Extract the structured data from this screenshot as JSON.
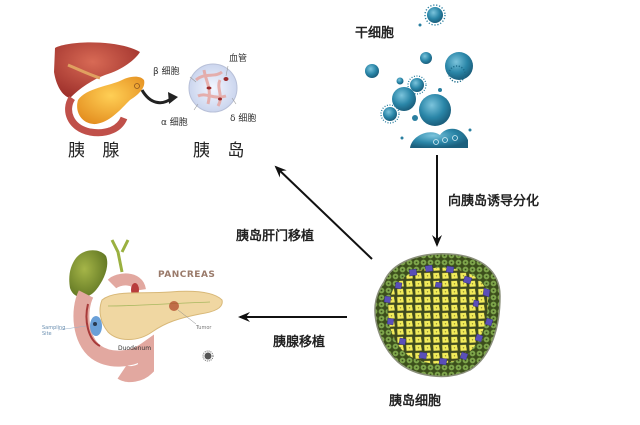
{
  "panel_top_left": {
    "organ_label": "胰 腺",
    "islet_label": "胰 岛",
    "callouts": {
      "beta_cell": "β 细胞",
      "blood_vessel": "血管",
      "alpha_cell": "α 细胞",
      "delta_cell": "δ 细胞"
    }
  },
  "stem_cells": {
    "label": "干细胞"
  },
  "arrows": {
    "differentiation": "向胰岛诱导分化",
    "islet_portal_transplant": "胰岛肝门移植",
    "pancreas_transplant": "胰腺移植"
  },
  "islet_cells": {
    "label": "胰岛细胞"
  },
  "pancreas_illustration": {
    "title": "PANCREAS",
    "tumor_label": "Tumor",
    "duodenum_label": "Duodenum",
    "sampling_label": "Sampling Site"
  },
  "colors": {
    "liver": "#b8403a",
    "pancreas": "#f0a030",
    "stem_cell": "#2a7fa0",
    "islet_yellow": "#f2ec5a",
    "islet_green": "#6d9a3c",
    "islet_purple": "#5a4fb8",
    "arrow": "#111111"
  }
}
